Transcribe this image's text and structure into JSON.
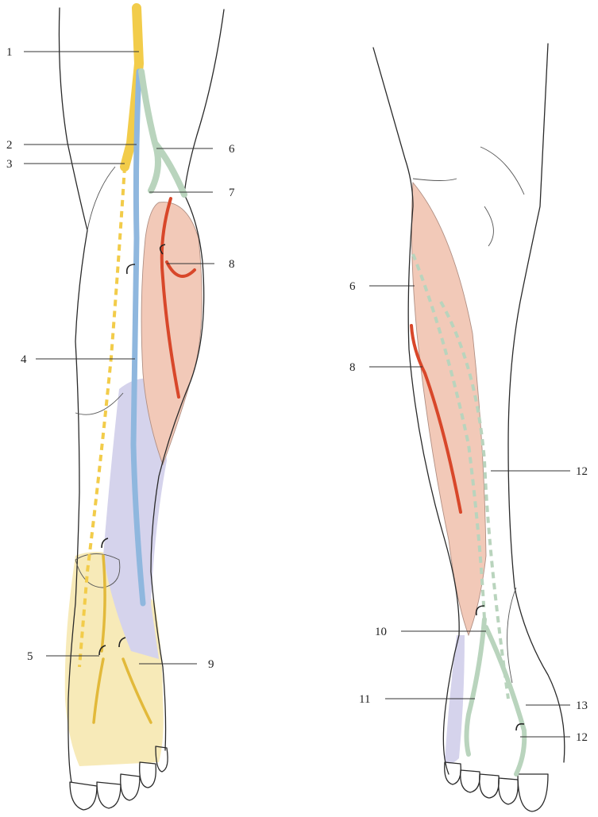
{
  "colors": {
    "nerve_yellow": "#f2cc4a",
    "vein_blue": "#8fb7de",
    "nerve_green": "#b9d4bd",
    "artery_red": "#d8472a",
    "muscle_pink": "#f2c9b8",
    "region_lavender": "#d5d3ec",
    "region_yellow": "#f7eab8",
    "outline": "#2a2a2a"
  },
  "left_view": {
    "labels": [
      "1",
      "2",
      "3",
      "4",
      "5",
      "6",
      "7",
      "8",
      "9"
    ]
  },
  "right_view": {
    "labels": [
      "6",
      "8",
      "12",
      "10",
      "11",
      "13",
      "12"
    ]
  }
}
